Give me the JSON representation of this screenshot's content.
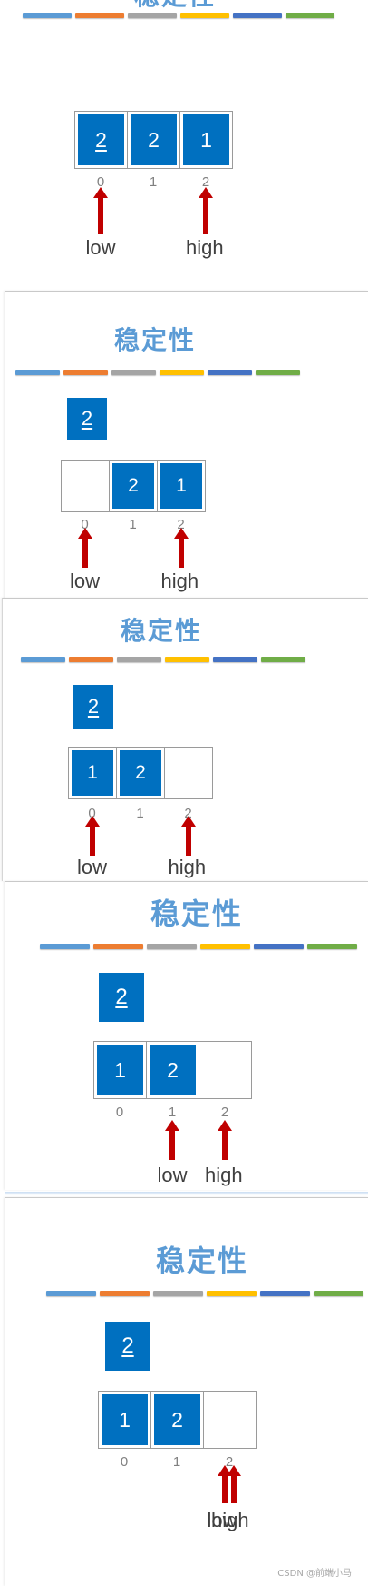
{
  "title": "稳定性",
  "colorbar": [
    "#5b9bd5",
    "#ed7d31",
    "#a5a5a5",
    "#ffc000",
    "#4472c4",
    "#70ad47"
  ],
  "indices": [
    "0",
    "1",
    "2"
  ],
  "pointers": {
    "low": "low",
    "high": "high"
  },
  "frames": [
    {
      "pivot": null,
      "cells": [
        {
          "value": "2",
          "underline": true
        },
        {
          "value": "2",
          "underline": false
        },
        {
          "value": "1",
          "underline": false
        }
      ],
      "low_index": 0,
      "high_index": 2
    },
    {
      "pivot": "2",
      "cells": [
        {
          "value": "",
          "underline": false
        },
        {
          "value": "2",
          "underline": false
        },
        {
          "value": "1",
          "underline": false
        }
      ],
      "low_index": 0,
      "high_index": 2
    },
    {
      "pivot": "2",
      "cells": [
        {
          "value": "1",
          "underline": false
        },
        {
          "value": "2",
          "underline": false
        },
        {
          "value": "",
          "underline": false
        }
      ],
      "low_index": 0,
      "high_index": 2
    },
    {
      "pivot": "2",
      "cells": [
        {
          "value": "1",
          "underline": false
        },
        {
          "value": "2",
          "underline": false
        },
        {
          "value": "",
          "underline": false
        }
      ],
      "low_index": 1,
      "high_index": 2
    },
    {
      "pivot": "2",
      "cells": [
        {
          "value": "1",
          "underline": false
        },
        {
          "value": "2",
          "underline": false
        },
        {
          "value": "",
          "underline": false
        }
      ],
      "low_index": 2,
      "high_index": 2
    }
  ],
  "watermark": "CSDN @前端小马"
}
